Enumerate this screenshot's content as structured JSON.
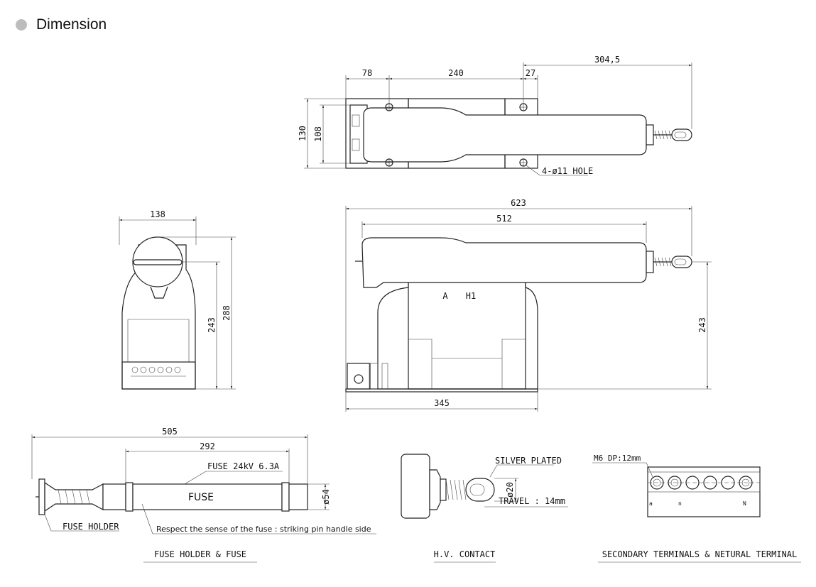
{
  "header": {
    "title": "Dimension"
  },
  "top_view": {
    "dims": {
      "d78": "78",
      "d240": "240",
      "d27": "27",
      "d304": "304,5",
      "d130": "130",
      "d108": "108"
    },
    "hole_label": "4-ø11 HOLE"
  },
  "side_view": {
    "dims": {
      "d138": "138",
      "d243": "243",
      "d288": "288"
    }
  },
  "front_view": {
    "dims": {
      "d623": "623",
      "d512": "512",
      "d243": "243",
      "d345": "345"
    },
    "marking_a": "A",
    "marking_h1": "H1"
  },
  "fuse": {
    "dims": {
      "d505": "505",
      "d292": "292",
      "d54": "ø54"
    },
    "fuse_rating": "FUSE 24kV 6.3A",
    "fuse_label": "FUSE",
    "holder_label": "FUSE HOLDER",
    "note": "Respect the sense of the fuse : striking pin handle side",
    "caption": "FUSE HOLDER & FUSE"
  },
  "contact": {
    "silver": "SILVER PLATED",
    "d20": "ø20",
    "travel": "TRAVEL : 14mm",
    "caption": "H.V. CONTACT"
  },
  "terminals": {
    "m6": "M6 DP:12mm",
    "a": "a",
    "n": "n",
    "N": "N",
    "caption": "SECONDARY TERMINALS & NETURAL TERMINAL"
  }
}
